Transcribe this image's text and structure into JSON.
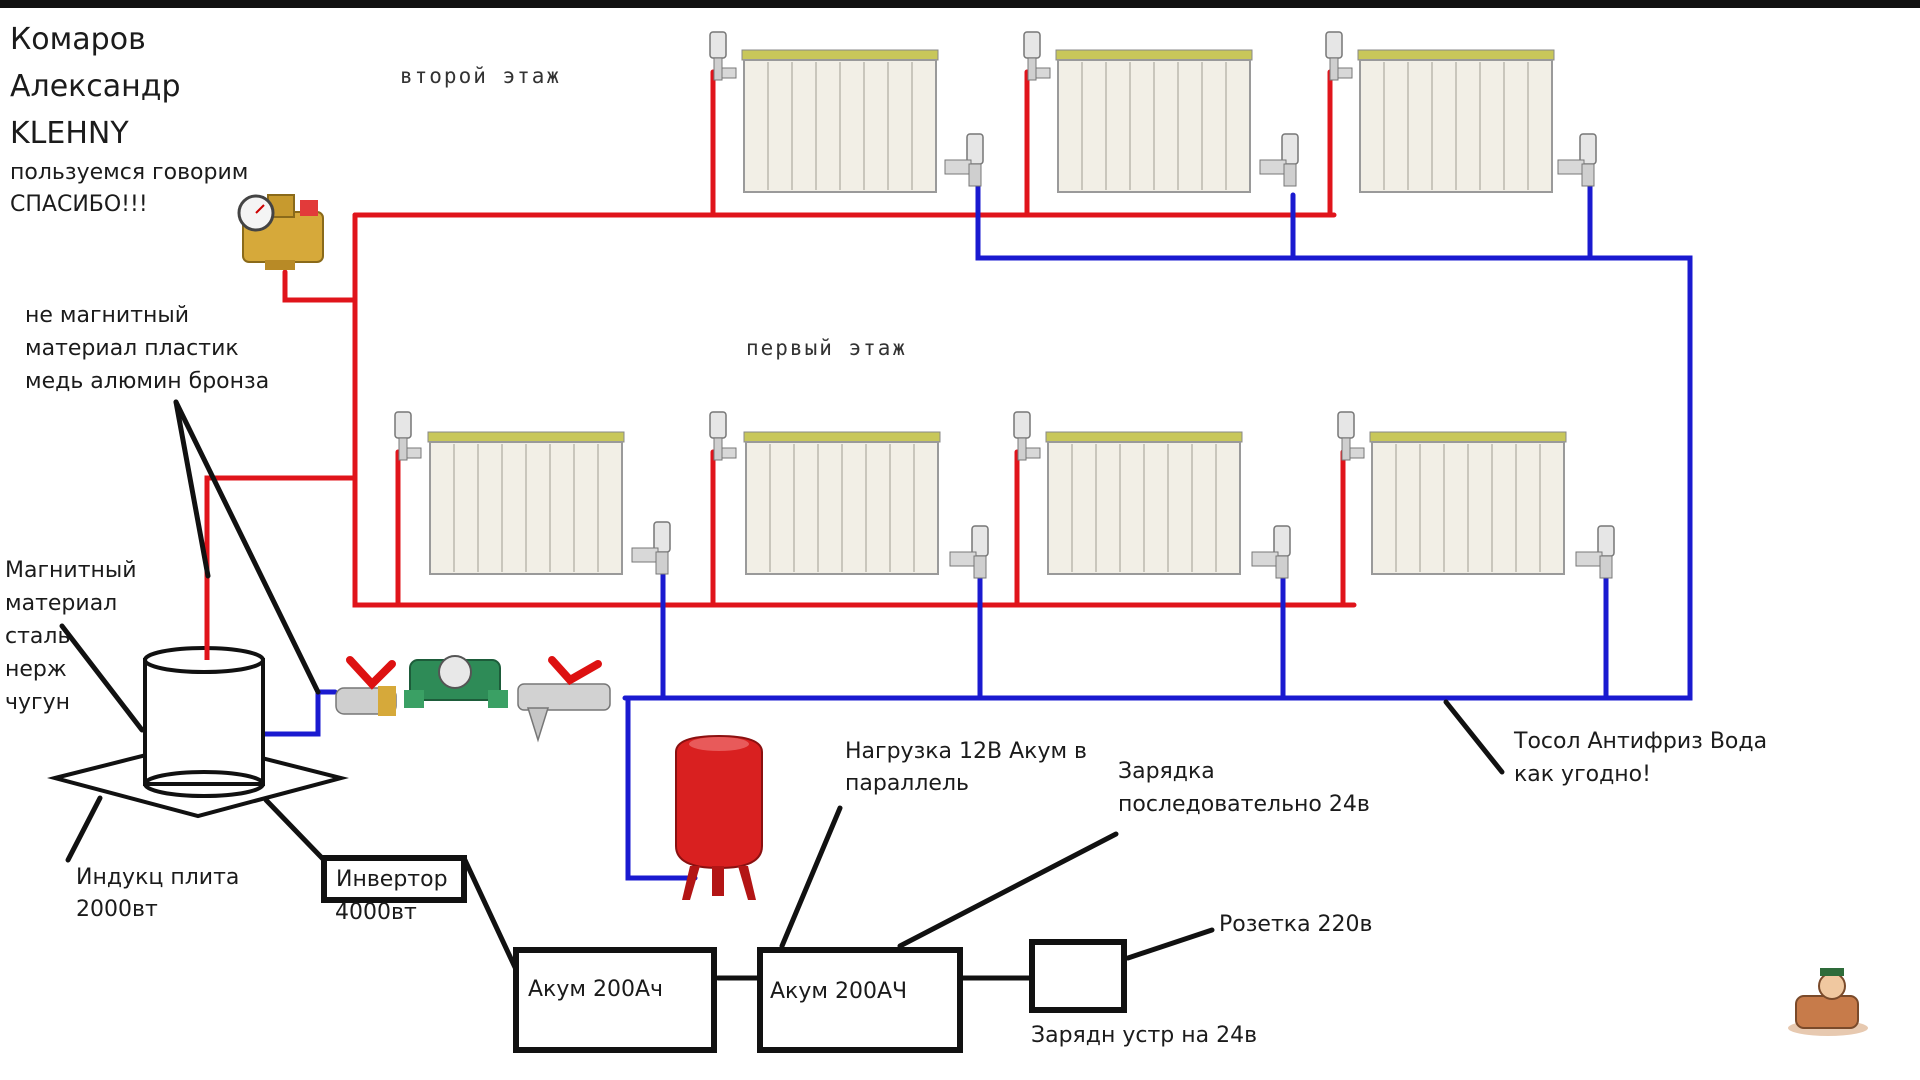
{
  "header": {
    "author_line1": "Комаров",
    "author_line2": "Александр",
    "author_line3": "KLEHNY",
    "thanks_line1": "пользуемся говорим",
    "thanks_line2": "СПАСИБО!!!"
  },
  "floors": {
    "second": "второй этаж",
    "first": "первый этаж"
  },
  "notes": {
    "nonmagnetic": [
      "не магнитный",
      "материал пластик",
      "медь алюмин бронза"
    ],
    "magnetic": [
      "Магнитный",
      "материал",
      "сталь",
      "нерж",
      "чугун"
    ],
    "stove": [
      "Индукц плита",
      "2000вт"
    ],
    "antifreeze": [
      "Тосол Антифриз Вода",
      "как угодно!"
    ],
    "load": [
      "Нагрузка 12В Акум в",
      "параллель"
    ],
    "charging": [
      "Зарядка",
      "последовательно 24в"
    ],
    "socket": "Розетка 220в",
    "charger": "Зарядн устр на 24в"
  },
  "boxes": {
    "inverter": "Инвертор",
    "inverter_power": "4000вт",
    "battery1": "Акум 200Ач",
    "battery2": "Акум 200АЧ"
  },
  "colors": {
    "supply": "#e0141b",
    "return": "#1a1ad0",
    "wire": "#111111",
    "tank": "#d92020",
    "radiator": "#f2efe6",
    "brass": "#d6a93a"
  },
  "icons": {
    "pressure_gauge": "safety-group-icon",
    "ball_valve": "ball-valve-icon",
    "pump": "circulation-pump-icon",
    "filter": "strainer-filter-icon",
    "tank": "expansion-tank-icon",
    "logo": "plumber-logo-icon"
  }
}
